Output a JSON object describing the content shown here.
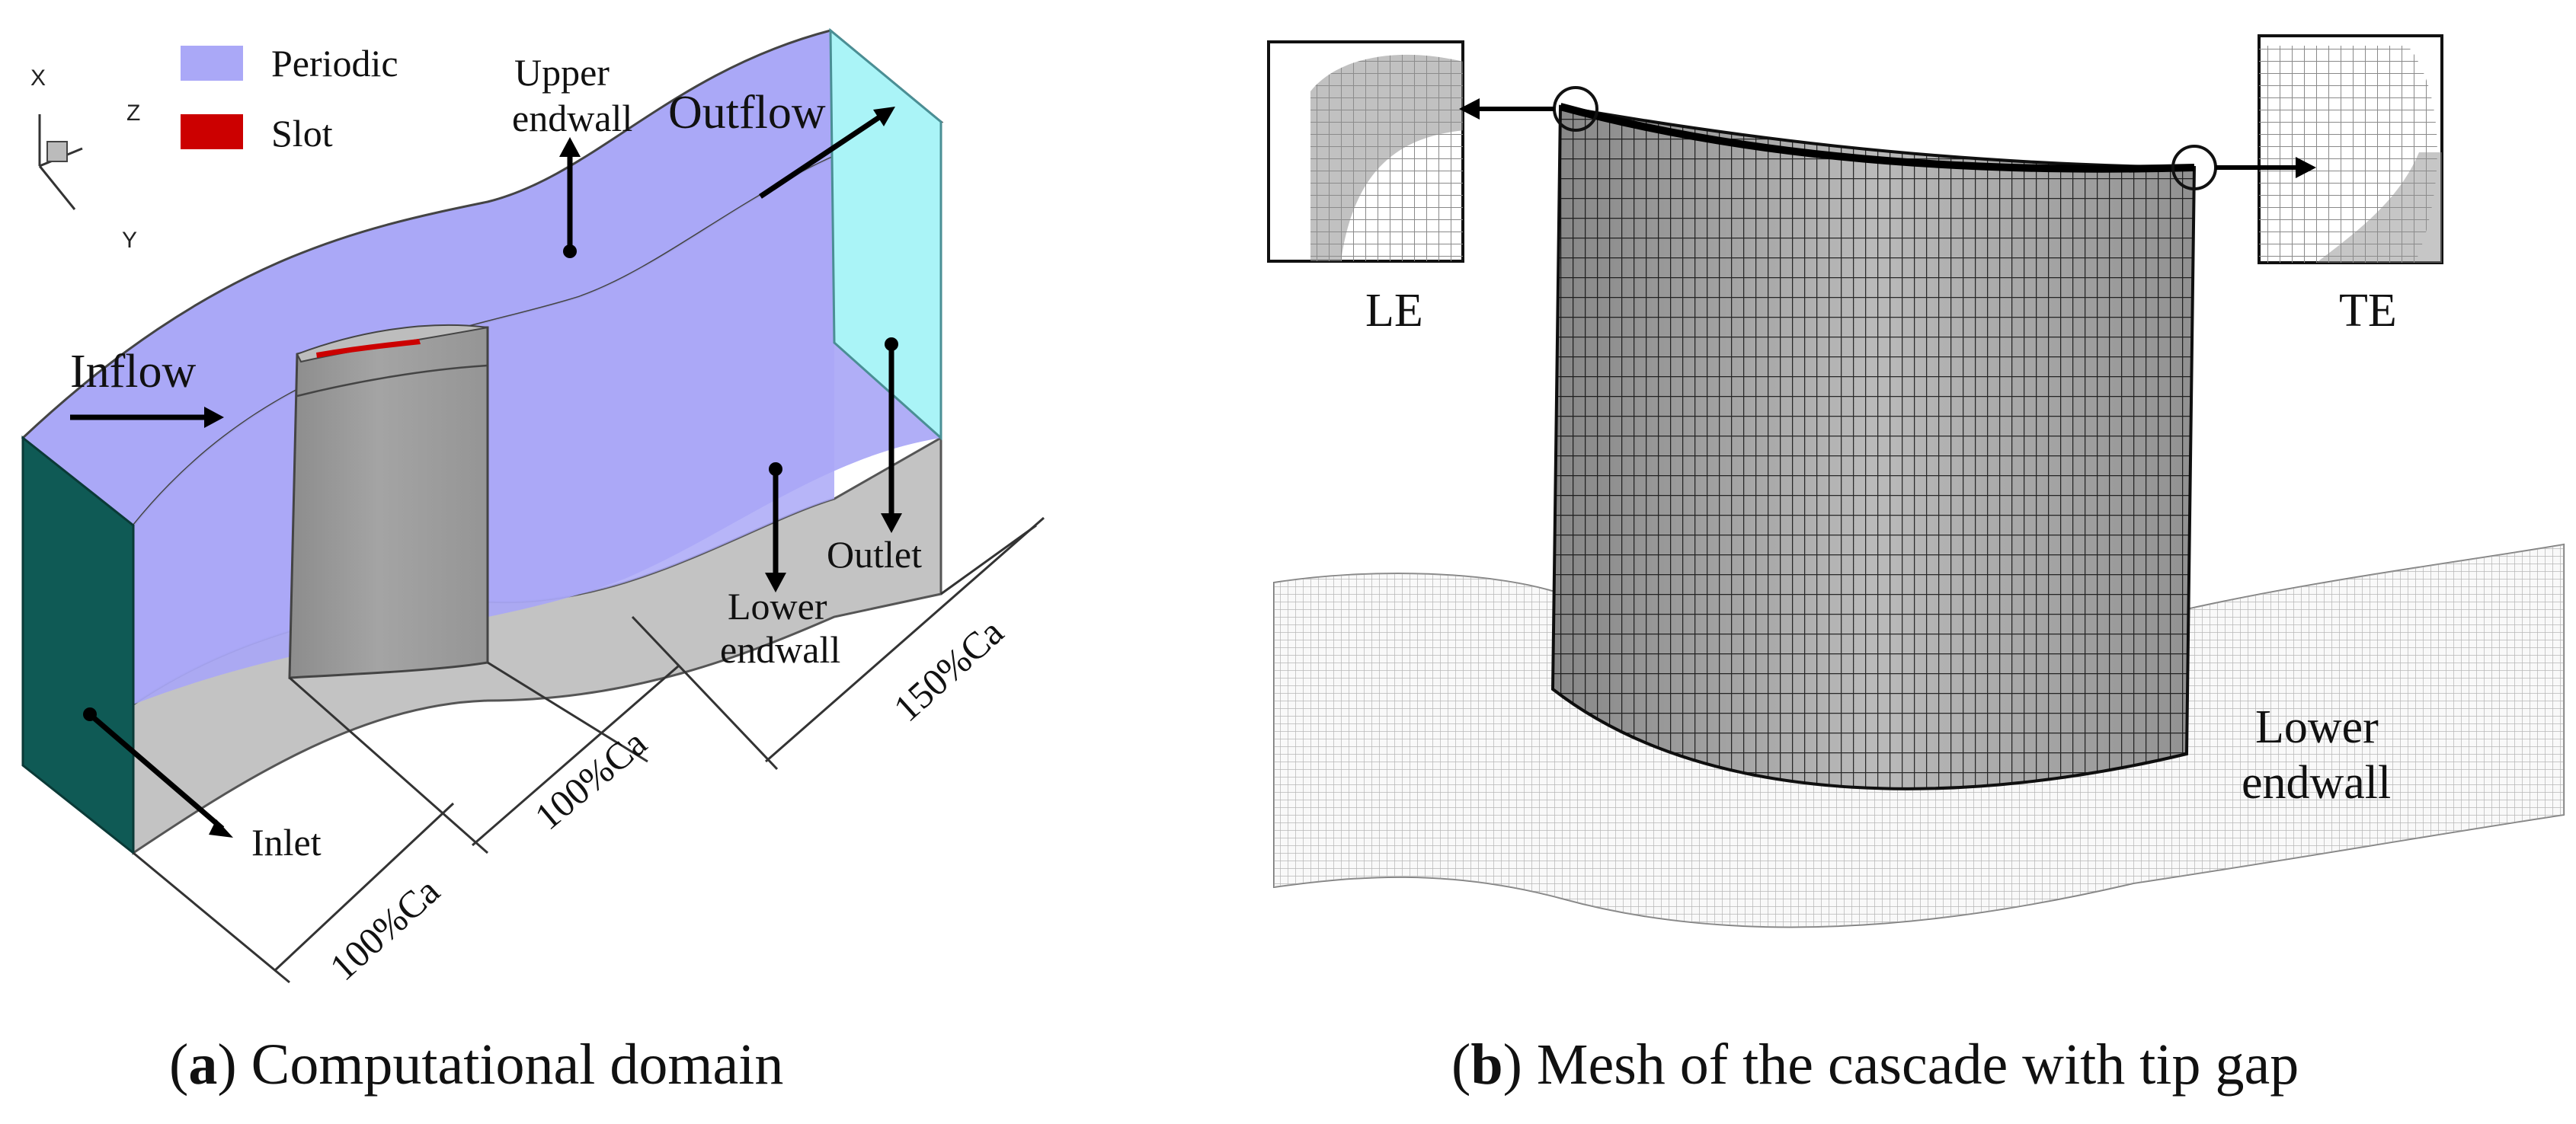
{
  "panel_a": {
    "axes": {
      "x": "X",
      "y": "Y",
      "z": "Z"
    },
    "legend": [
      {
        "label": "Periodic",
        "color": "#aaa8f7"
      },
      {
        "label": "Slot",
        "color": "#cc0000"
      }
    ],
    "labels": {
      "upper_endwall_1": "Upper",
      "upper_endwall_2": "endwall",
      "outflow": "Outflow",
      "inflow": "Inflow",
      "outlet": "Outlet",
      "lower_endwall_1": "Lower",
      "lower_endwall_2": "endwall",
      "inlet": "Inlet",
      "dim_inlet": "100%Ca",
      "dim_blade": "100%Ca",
      "dim_outlet": "150%Ca"
    },
    "colors": {
      "inlet_face": "#0f5a55",
      "outlet_face": "#aaf4f7",
      "endwall": "#c3c3c3",
      "blade": "#999999"
    }
  },
  "panel_b": {
    "labels": {
      "le": "LE",
      "te": "TE",
      "lower_endwall_1": "Lower",
      "lower_endwall_2": "endwall"
    }
  },
  "captions": {
    "a_letter": "a",
    "a_text": ") Computational domain",
    "b_letter": "b",
    "b_text": ") Mesh of the cascade with tip gap"
  }
}
